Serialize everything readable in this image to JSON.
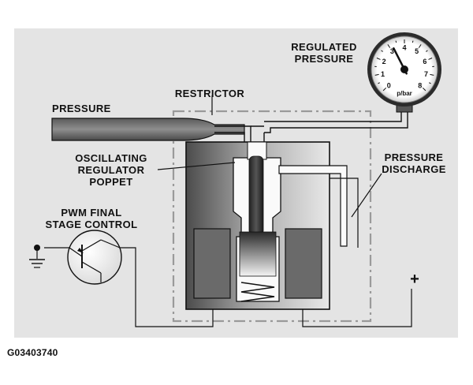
{
  "labels": {
    "regulated_pressure": [
      "REGULATED",
      "PRESSURE"
    ],
    "restrictor": "RESTRICTOR",
    "pressure": "PRESSURE",
    "oscillating_poppet": [
      "OSCILLATING",
      "REGULATOR",
      "POPPET"
    ],
    "pressure_discharge": [
      "PRESSURE",
      "DISCHARGE"
    ],
    "pwm_control": [
      "PWM FINAL",
      "STAGE CONTROL"
    ],
    "plus_terminal": "+"
  },
  "gauge": {
    "scale": [
      "0",
      "1",
      "2",
      "3",
      "4",
      "5",
      "6",
      "7",
      "8"
    ],
    "unit": "p/bar",
    "needle_reading": 3.2
  },
  "figure_id": "G03403740",
  "colors": {
    "panel_background": "#e4e4e4",
    "housing_dark": "#585858",
    "coil_fill": "#6a6a6a",
    "outline": "#111111",
    "dashed_border": "#9a9a9a"
  }
}
